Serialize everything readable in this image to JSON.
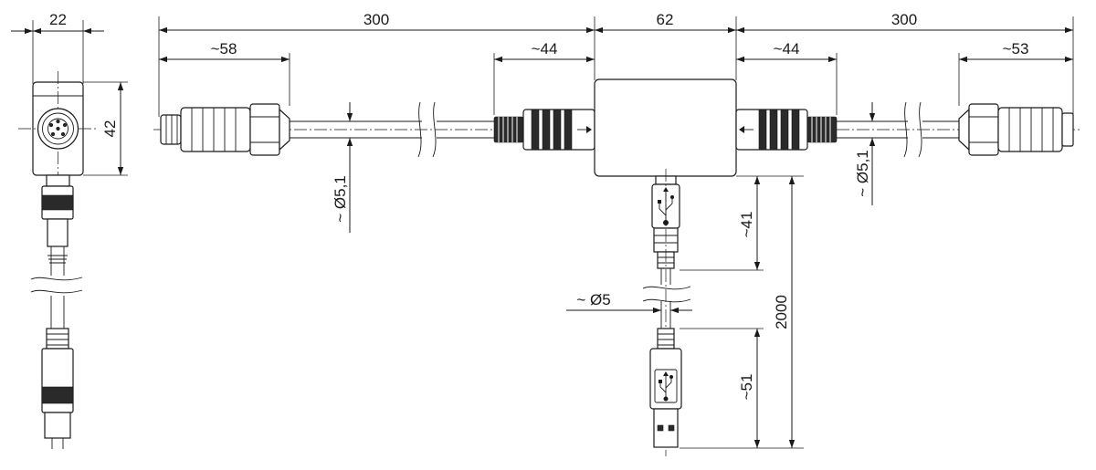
{
  "dimensions": {
    "side_width": "22",
    "side_height": "42",
    "cable_left": "300",
    "connector_left": "~58",
    "overmold_left": "~44",
    "box_width": "62",
    "overmold_right": "~44",
    "cable_right": "300",
    "connector_right": "~53",
    "diameter_left": "~ Ø5,1",
    "diameter_right": "~ Ø5,1",
    "usb_upper": "~41",
    "usb_total": "2000",
    "usb_diameter": "~ Ø5",
    "usb_lower": "~51"
  },
  "icons": [
    "usb-symbol-icon",
    "arrow-right-icon",
    "arrow-left-icon"
  ],
  "colors": {
    "line": "#1a1a1a",
    "grip": "#2a2a2a",
    "paper": "#ffffff"
  }
}
